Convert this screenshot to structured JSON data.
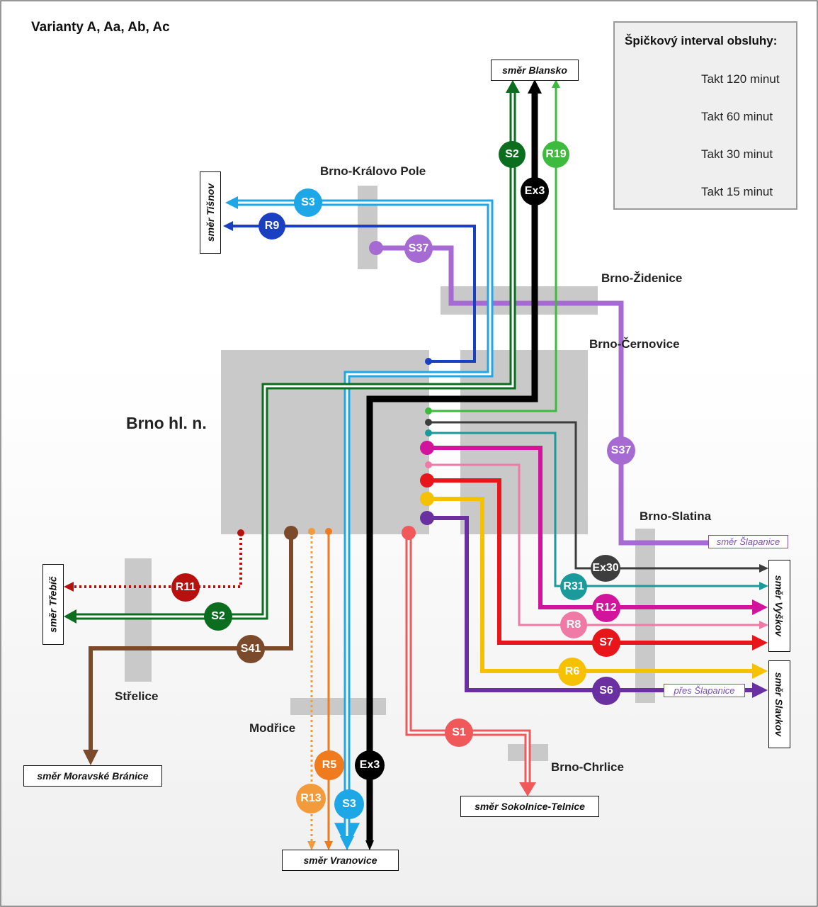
{
  "title": "Varianty A, Aa, Ab, Ac",
  "legend": {
    "title": "Špičkový interval obsluhy:",
    "items": [
      "Takt 120 minut",
      "Takt 60 minut",
      "Takt 30 minut",
      "Takt 15 minut"
    ]
  },
  "stations": {
    "main": "Brno hl. n.",
    "kralovo_pole": "Brno-Královo Pole",
    "zidenice": "Brno-Židenice",
    "cernovice": "Brno-Černovice",
    "slatina": "Brno-Slatina",
    "strelice": "Střelice",
    "modrice": "Modřice",
    "chrlice": "Brno-Chrlice"
  },
  "directions": {
    "blansko": "směr Blansko",
    "tisnov": "směr Tišnov",
    "trebic": "směr Třebíč",
    "moravske_branice": "směr Moravské Bránice",
    "vranovice": "směr Vranovice",
    "sokolnice": "směr Sokolnice-Telnice",
    "vyskov": "směr Vyškov",
    "slavkov": "směr Slavkov",
    "slapanice": "směr Šlapanice",
    "pres_slapanice": "přes Šlapanice"
  },
  "lines": {
    "S2": {
      "label": "S2",
      "color": "#0b6e1f"
    },
    "R19": {
      "label": "R19",
      "color": "#3dbb3d"
    },
    "Ex3": {
      "label": "Ex3",
      "color": "#000000"
    },
    "S3": {
      "label": "S3",
      "color": "#1ea7e6"
    },
    "R9": {
      "label": "R9",
      "color": "#1a3fc0"
    },
    "S37": {
      "label": "S37",
      "color": "#a66ad3"
    },
    "R11": {
      "label": "R11",
      "color": "#b80f0f"
    },
    "S41": {
      "label": "S41",
      "color": "#7a4a2a"
    },
    "R5": {
      "label": "R5",
      "color": "#f07a1e"
    },
    "R13": {
      "label": "R13",
      "color": "#f39a3a"
    },
    "S1": {
      "label": "S1",
      "color": "#f0585a"
    },
    "Ex30": {
      "label": "Ex30",
      "color": "#3d3d3d"
    },
    "R31": {
      "label": "R31",
      "color": "#1a9a9a"
    },
    "R12": {
      "label": "R12",
      "color": "#d2139c"
    },
    "R8": {
      "label": "R8",
      "color": "#f07aa6"
    },
    "S7": {
      "label": "S7",
      "color": "#e8151b"
    },
    "R6": {
      "label": "R6",
      "color": "#f5c100"
    },
    "S6": {
      "label": "S6",
      "color": "#6a2fa0"
    }
  }
}
